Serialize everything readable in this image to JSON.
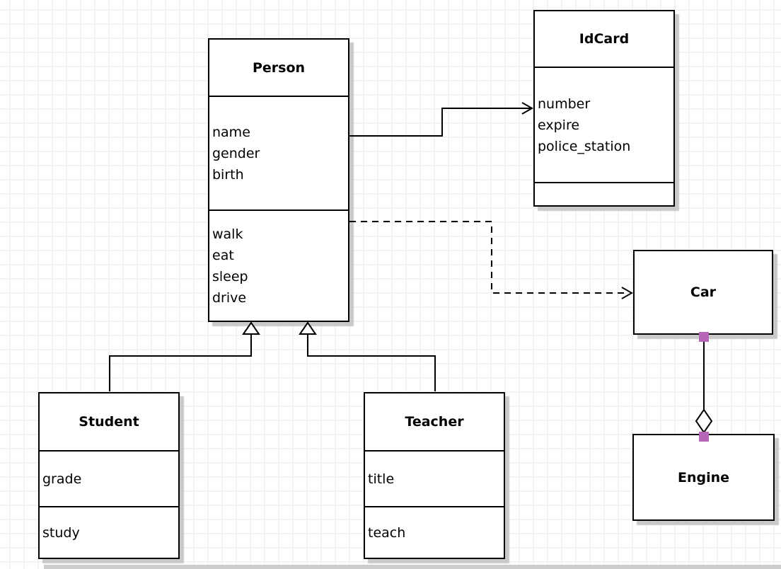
{
  "diagram": {
    "classes": {
      "person": {
        "title": "Person",
        "attributes": [
          "name",
          "gender",
          "birth"
        ],
        "methods": [
          "walk",
          "eat",
          "sleep",
          "drive"
        ]
      },
      "idcard": {
        "title": "IdCard",
        "attributes": [
          "number",
          "expire",
          "police_station"
        ],
        "methods": []
      },
      "car": {
        "title": "Car"
      },
      "engine": {
        "title": "Engine"
      },
      "student": {
        "title": "Student",
        "attributes": [
          "grade"
        ],
        "methods": [
          "study"
        ]
      },
      "teacher": {
        "title": "Teacher",
        "attributes": [
          "title"
        ],
        "methods": [
          "teach"
        ]
      }
    },
    "relations": [
      {
        "from": "Person",
        "to": "IdCard",
        "type": "association",
        "line": "solid",
        "head": "open-arrow"
      },
      {
        "from": "Person",
        "to": "Car",
        "type": "dependency",
        "line": "dashed",
        "head": "open-arrow"
      },
      {
        "from": "Student",
        "to": "Person",
        "type": "generalization",
        "line": "solid",
        "head": "hollow-triangle"
      },
      {
        "from": "Teacher",
        "to": "Person",
        "type": "generalization",
        "line": "solid",
        "head": "hollow-triangle"
      },
      {
        "from": "Car",
        "to": "Engine",
        "type": "aggregation",
        "line": "solid",
        "head": "hollow-diamond"
      }
    ],
    "colors": {
      "stroke": "#000000",
      "box_fill": "#ffffff",
      "shadow": "#c9c9c9",
      "grid_line": "#f3f3f3",
      "handle": "#b666b6",
      "background": "#ffffff"
    }
  }
}
